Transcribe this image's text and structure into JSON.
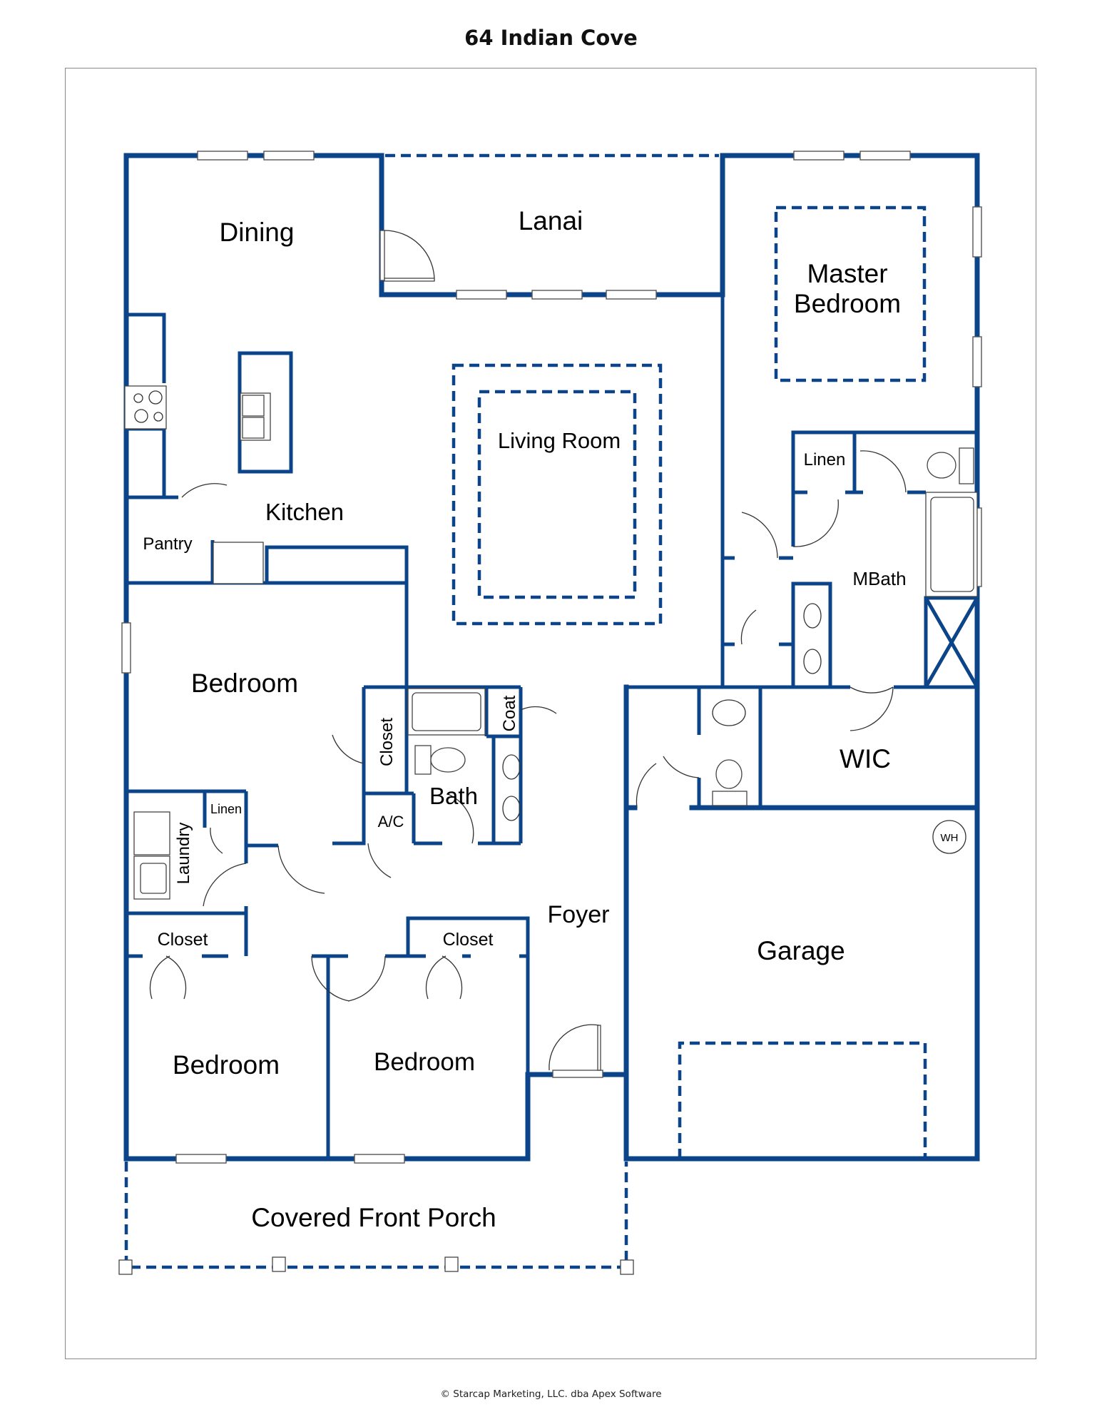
{
  "title": "64 Indian Cove",
  "footer": "© Starcap Marketing, LLC. dba Apex Software",
  "colors": {
    "wall": "#0b4488",
    "frame": "#888888",
    "text": "#000000"
  },
  "rooms": {
    "dining": "Dining",
    "lanai": "Lanai",
    "master_bedroom_line1": "Master",
    "master_bedroom_line2": "Bedroom",
    "living_room": "Living Room",
    "kitchen": "Kitchen",
    "pantry": "Pantry",
    "linen_master": "Linen",
    "mbath": "MBath",
    "bedroom_west": "Bedroom",
    "closet_west": "Closet",
    "coat": "Coat",
    "bath": "Bath",
    "ac": "A/C",
    "wic": "WIC",
    "linen_laundry": "Linen",
    "laundry": "Laundry",
    "foyer": "Foyer",
    "closet_sw": "Closet",
    "closet_s": "Closet",
    "garage": "Garage",
    "water_heater": "WH",
    "bedroom_sw": "Bedroom",
    "bedroom_s": "Bedroom",
    "porch": "Covered Front Porch"
  }
}
